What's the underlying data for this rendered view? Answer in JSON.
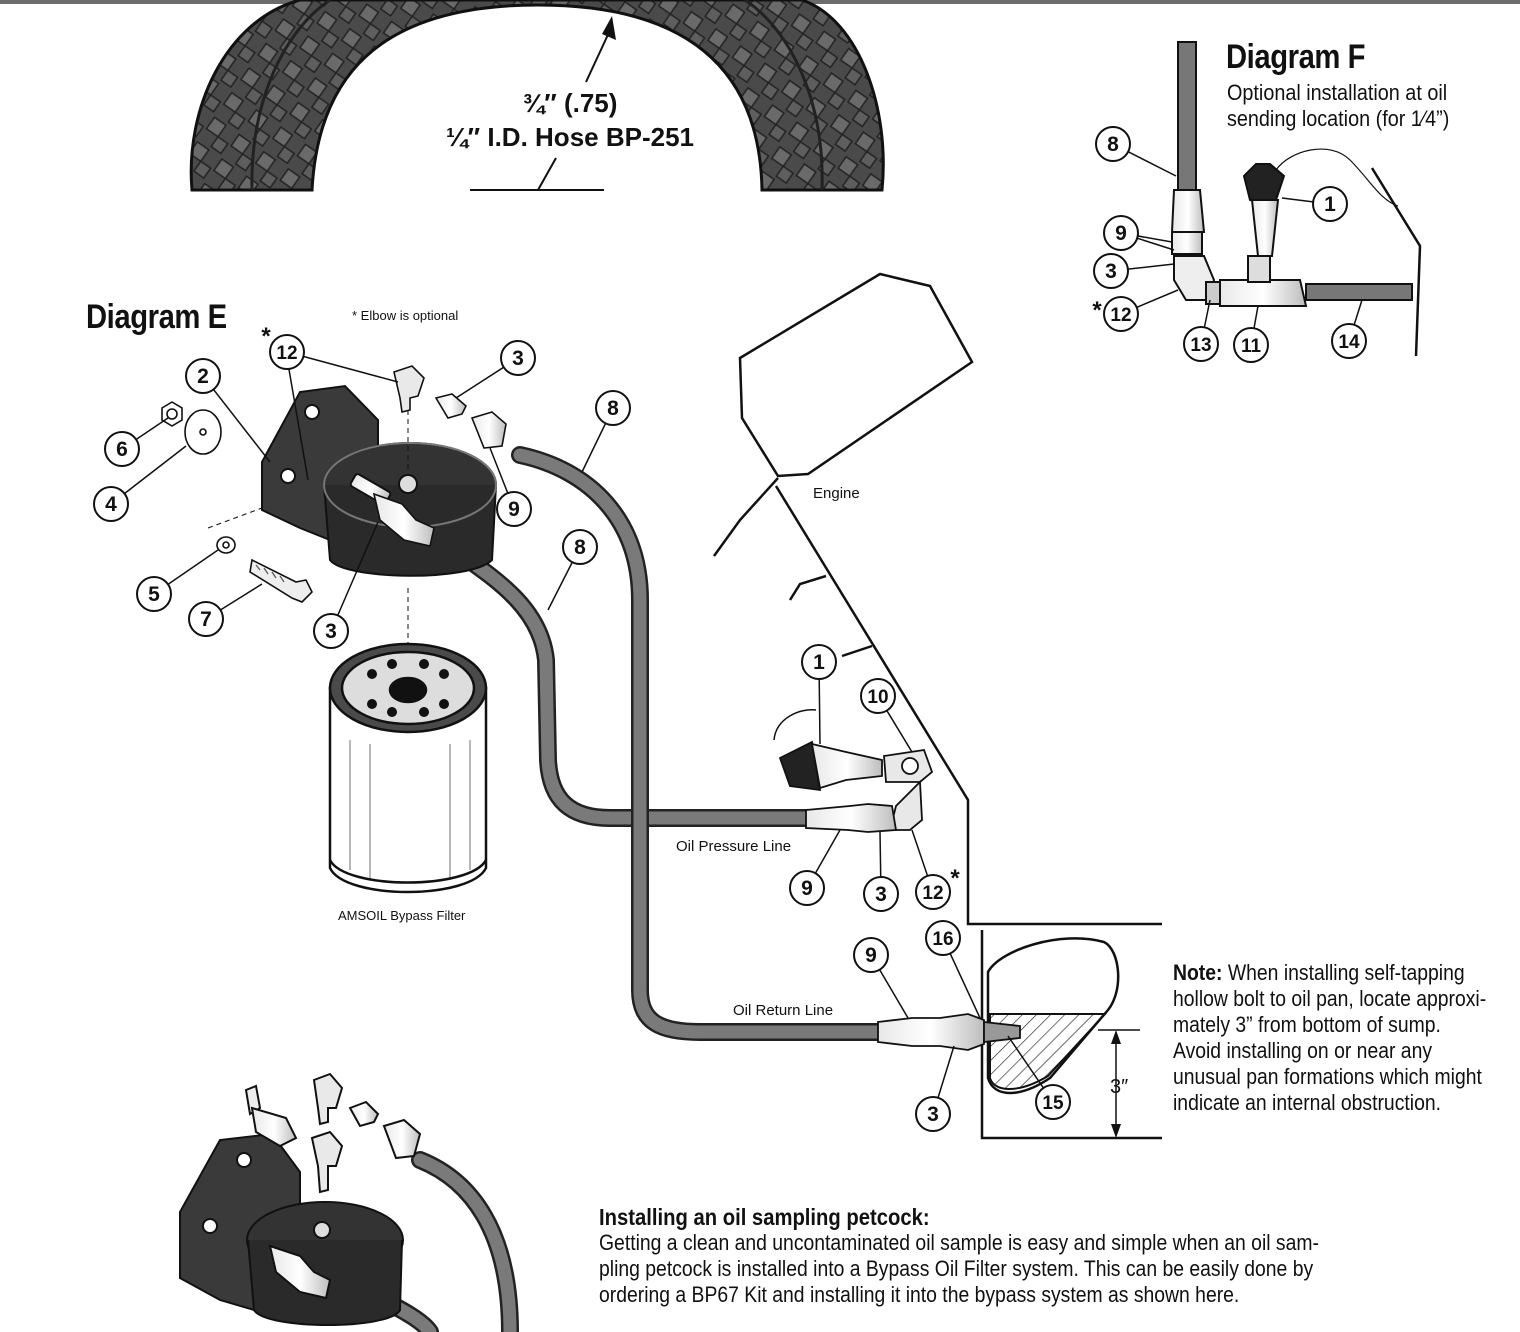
{
  "hose": {
    "spec_line1": "¾″ (.75)",
    "spec_line2": "¼″ I.D. Hose BP-251"
  },
  "diagram_f": {
    "title": "Diagram F",
    "subtitle_line1": "Optional installation at oil",
    "subtitle_line2": "sending location (for 1⁄4”)",
    "callouts": [
      "8",
      "9",
      "3",
      "*",
      "12",
      "1",
      "13",
      "11",
      "14"
    ]
  },
  "diagram_e": {
    "title": "Diagram E",
    "elbow_note": "* Elbow is optional",
    "filter_caption": "AMSOIL Bypass Filter",
    "callouts": [
      "*",
      "12",
      "2",
      "6",
      "4",
      "5",
      "7",
      "3",
      "3",
      "8",
      "9",
      "8"
    ]
  },
  "engine": {
    "label": "Engine",
    "oil_pressure_line": "Oil Pressure Line",
    "oil_return_line": "Oil Return Line",
    "dimension": "3″",
    "callouts": [
      "1",
      "10",
      "9",
      "3",
      "12",
      "*",
      "16",
      "9",
      "15",
      "3"
    ]
  },
  "note": {
    "label": "Note:",
    "text": " When installing self-tapping hollow bolt to oil pan, locate approximately 3” from bottom of sump. Avoid installing on or near any unusual pan formations which might indicate an internal obstruction.",
    "lines": [
      "When installing self-tapping",
      "hollow bolt to oil pan, locate approxi-",
      "mately 3” from bottom of sump.",
      "Avoid installing on or near any",
      "unusual pan formations which might",
      "indicate an internal obstruction."
    ]
  },
  "petcock": {
    "heading": "Installing an oil sampling petcock:",
    "lines": [
      "Getting a clean and uncontaminated oil sample is easy and simple when an oil sam-",
      "pling petcock is installed into a Bypass Oil Filter system. This can be easily done by",
      "ordering a BP67 Kit and installing it into the bypass system as shown here."
    ]
  },
  "colors": {
    "hose": "#777777",
    "hose_dark": "#3a3a3a",
    "part_dark": "#2b2b2b",
    "line": "#111111"
  }
}
